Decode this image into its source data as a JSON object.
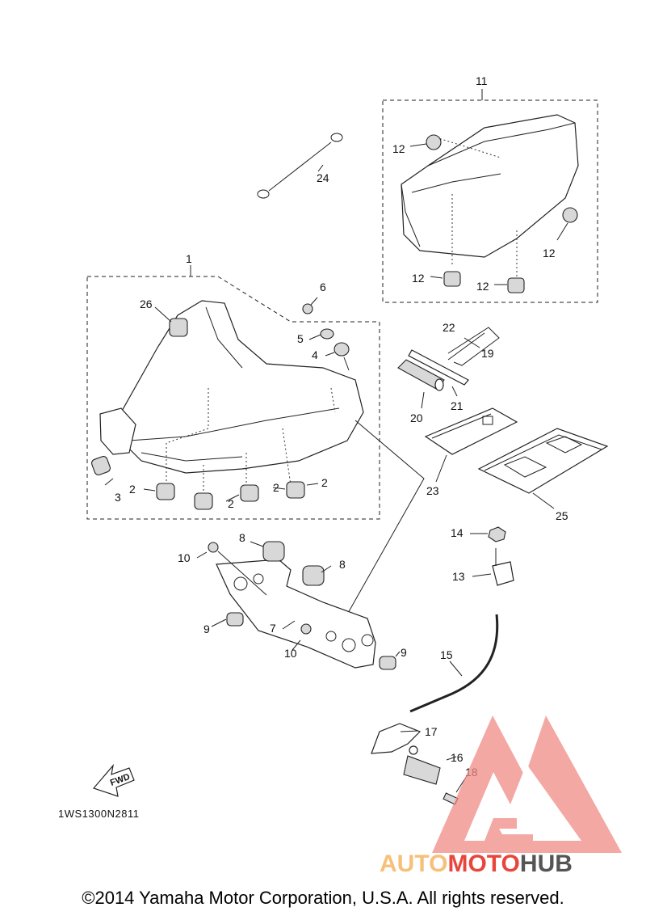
{
  "diagram_code": "1WS1300N2811",
  "copyright": "©2014 Yamaha Motor Corporation, U.S.A. All rights reserved.",
  "fwd_label": "FWD",
  "watermark": {
    "text_part1": "AUTO",
    "text_part2": "MOTO",
    "text_part3": "HUB",
    "color_light": "#f5c07a",
    "color_red": "#e8453c",
    "color_dark": "#555555"
  },
  "callouts": {
    "c1": "1",
    "c2a": "2",
    "c2b": "2",
    "c2c": "2",
    "c2d": "2",
    "c3": "3",
    "c4": "4",
    "c5": "5",
    "c6": "6",
    "c7": "7",
    "c8a": "8",
    "c8b": "8",
    "c9a": "9",
    "c9b": "9",
    "c10a": "10",
    "c10b": "10",
    "c11": "11",
    "c12a": "12",
    "c12b": "12",
    "c12c": "12",
    "c12d": "12",
    "c13": "13",
    "c14": "14",
    "c15": "15",
    "c16": "16",
    "c17": "17",
    "c18": "18",
    "c19": "19",
    "c20": "20",
    "c21": "21",
    "c22": "22",
    "c23": "23",
    "c24": "24",
    "c25": "25",
    "c26": "26"
  }
}
